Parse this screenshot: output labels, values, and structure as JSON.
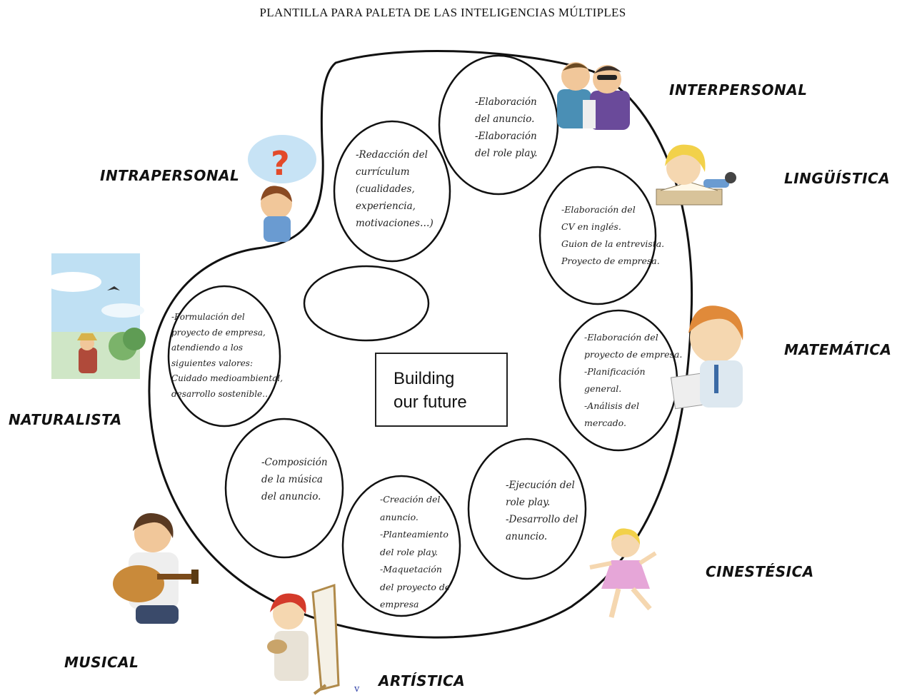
{
  "title": "PLANTILLA PARA PALETA DE  LAS INTELIGENCIAS MÚLTIPLES",
  "center": {
    "line1": "Building",
    "line2": "our future"
  },
  "labels": {
    "interpersonal": "INTERPERSONAL",
    "linguistica": "LINGÜÍSTICA",
    "intrapersonal": "INTRAPERSONAL",
    "matematica": "MATEMÁTICA",
    "naturalista": "NATURALISTA",
    "cinestesica": "CINESTÉSICA",
    "musical": "MUSICAL",
    "artistica": "ARTÍSTICA"
  },
  "ovals": {
    "interpersonal": [
      "-Elaboración",
      "del anuncio.",
      "-Elaboración",
      "del role play."
    ],
    "intrapersonal": [
      "-Redacción del",
      "currículum",
      "(cualidades,",
      "experiencia,",
      "motivaciones…)"
    ],
    "linguistica": [
      "-Elaboración del",
      "CV en inglés.",
      "Guion de la  entrevista.",
      "Proyecto de empresa."
    ],
    "naturalista": [
      "-Formulación del",
      "proyecto de empresa,",
      "atendiendo a los",
      "siguientes valores:",
      "Cuidado medioambiental,",
      "desarrollo sostenible…"
    ],
    "matematica": [
      "-Elaboración del",
      "proyecto de empresa.",
      "-Planificación",
      "general.",
      "-Análisis del",
      "mercado."
    ],
    "musical": [
      "-Composición",
      "de la música",
      "del anuncio."
    ],
    "artistica": [
      "-Creación del",
      "anuncio.",
      "-Planteamiento",
      "del role play.",
      "-Maquetación",
      "del proyecto de",
      "empresa"
    ],
    "cinestesica": [
      "-Ejecución del",
      "role play.",
      "-Desarrollo del",
      "anuncio."
    ]
  },
  "mark": "v"
}
